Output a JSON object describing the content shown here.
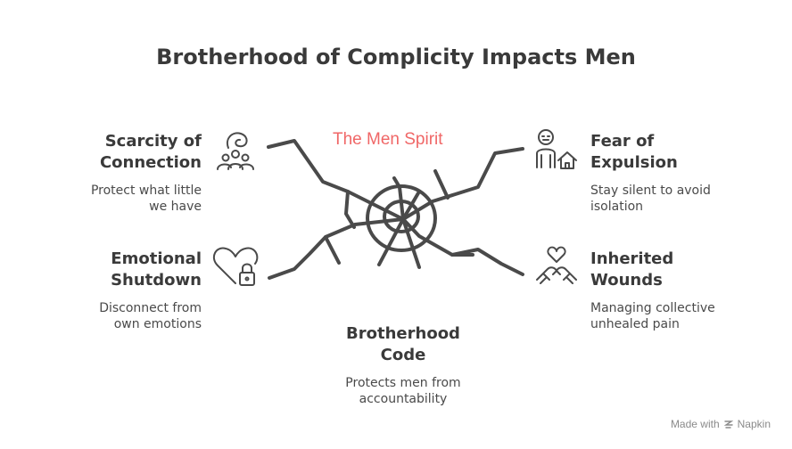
{
  "title": "Brotherhood of Complicity Impacts Men",
  "center_label": "The Men Spirit",
  "items": [
    {
      "heading": "Scarcity of\nConnection",
      "description": "Protect what little\nwe have",
      "icon": "group-people-icon"
    },
    {
      "heading": "Fear of\nExpulsion",
      "description": "Stay silent to avoid\nisolation",
      "icon": "person-house-icon"
    },
    {
      "heading": "Emotional\nShutdown",
      "description": "Disconnect from\nown emotions",
      "icon": "heart-lock-icon"
    },
    {
      "heading": "Inherited\nWounds",
      "description": "Managing collective\nunhealed pain",
      "icon": "heart-hands-icon"
    },
    {
      "heading": "Brotherhood\nCode",
      "description": "Protects men from\naccountability"
    }
  ],
  "footer": {
    "made_with": "Made with",
    "brand": "Napkin"
  },
  "colors": {
    "accent": "#f06767",
    "ink": "#3a3a3a"
  }
}
